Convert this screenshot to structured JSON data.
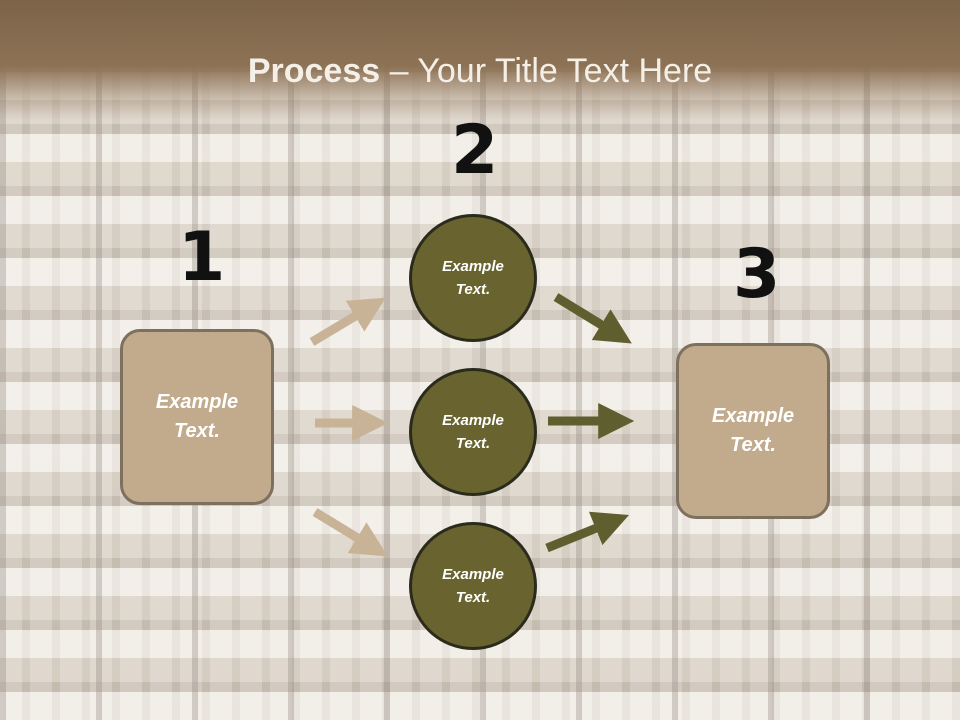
{
  "title": {
    "bold": "Process",
    "rest": " – Your Title Text Here"
  },
  "steps": [
    {
      "number": "1",
      "label": "Example Text."
    },
    {
      "number": "2",
      "labels": [
        "Example Text.",
        "Example Text.",
        "Example Text."
      ]
    },
    {
      "number": "3",
      "label": "Example Text."
    }
  ],
  "colors": {
    "title_band": "#8d7255",
    "box_fill": "#c2ab8d",
    "circle_fill": "#68632f",
    "arrow_light": "#c8b397",
    "arrow_dark": "#5f5e2e"
  }
}
